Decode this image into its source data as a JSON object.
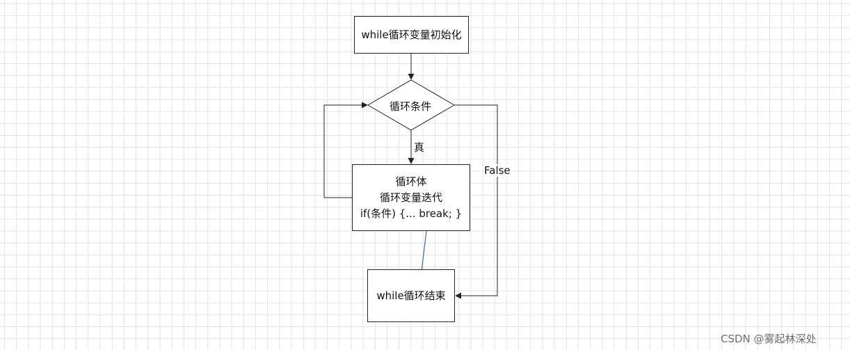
{
  "flowchart": {
    "init": "while循环变量初始化",
    "condition": "循环条件",
    "true_label": "真",
    "false_label": "False",
    "body_lines": [
      "循环体",
      "循环变量迭代",
      "if(条件) {... break;  }"
    ],
    "end": "while循环结束"
  },
  "colors": {
    "line": "#222222",
    "break_arrow": "#3a6bb0",
    "grid": "#e3e3e3"
  },
  "watermark": "CSDN @雾起林深处"
}
